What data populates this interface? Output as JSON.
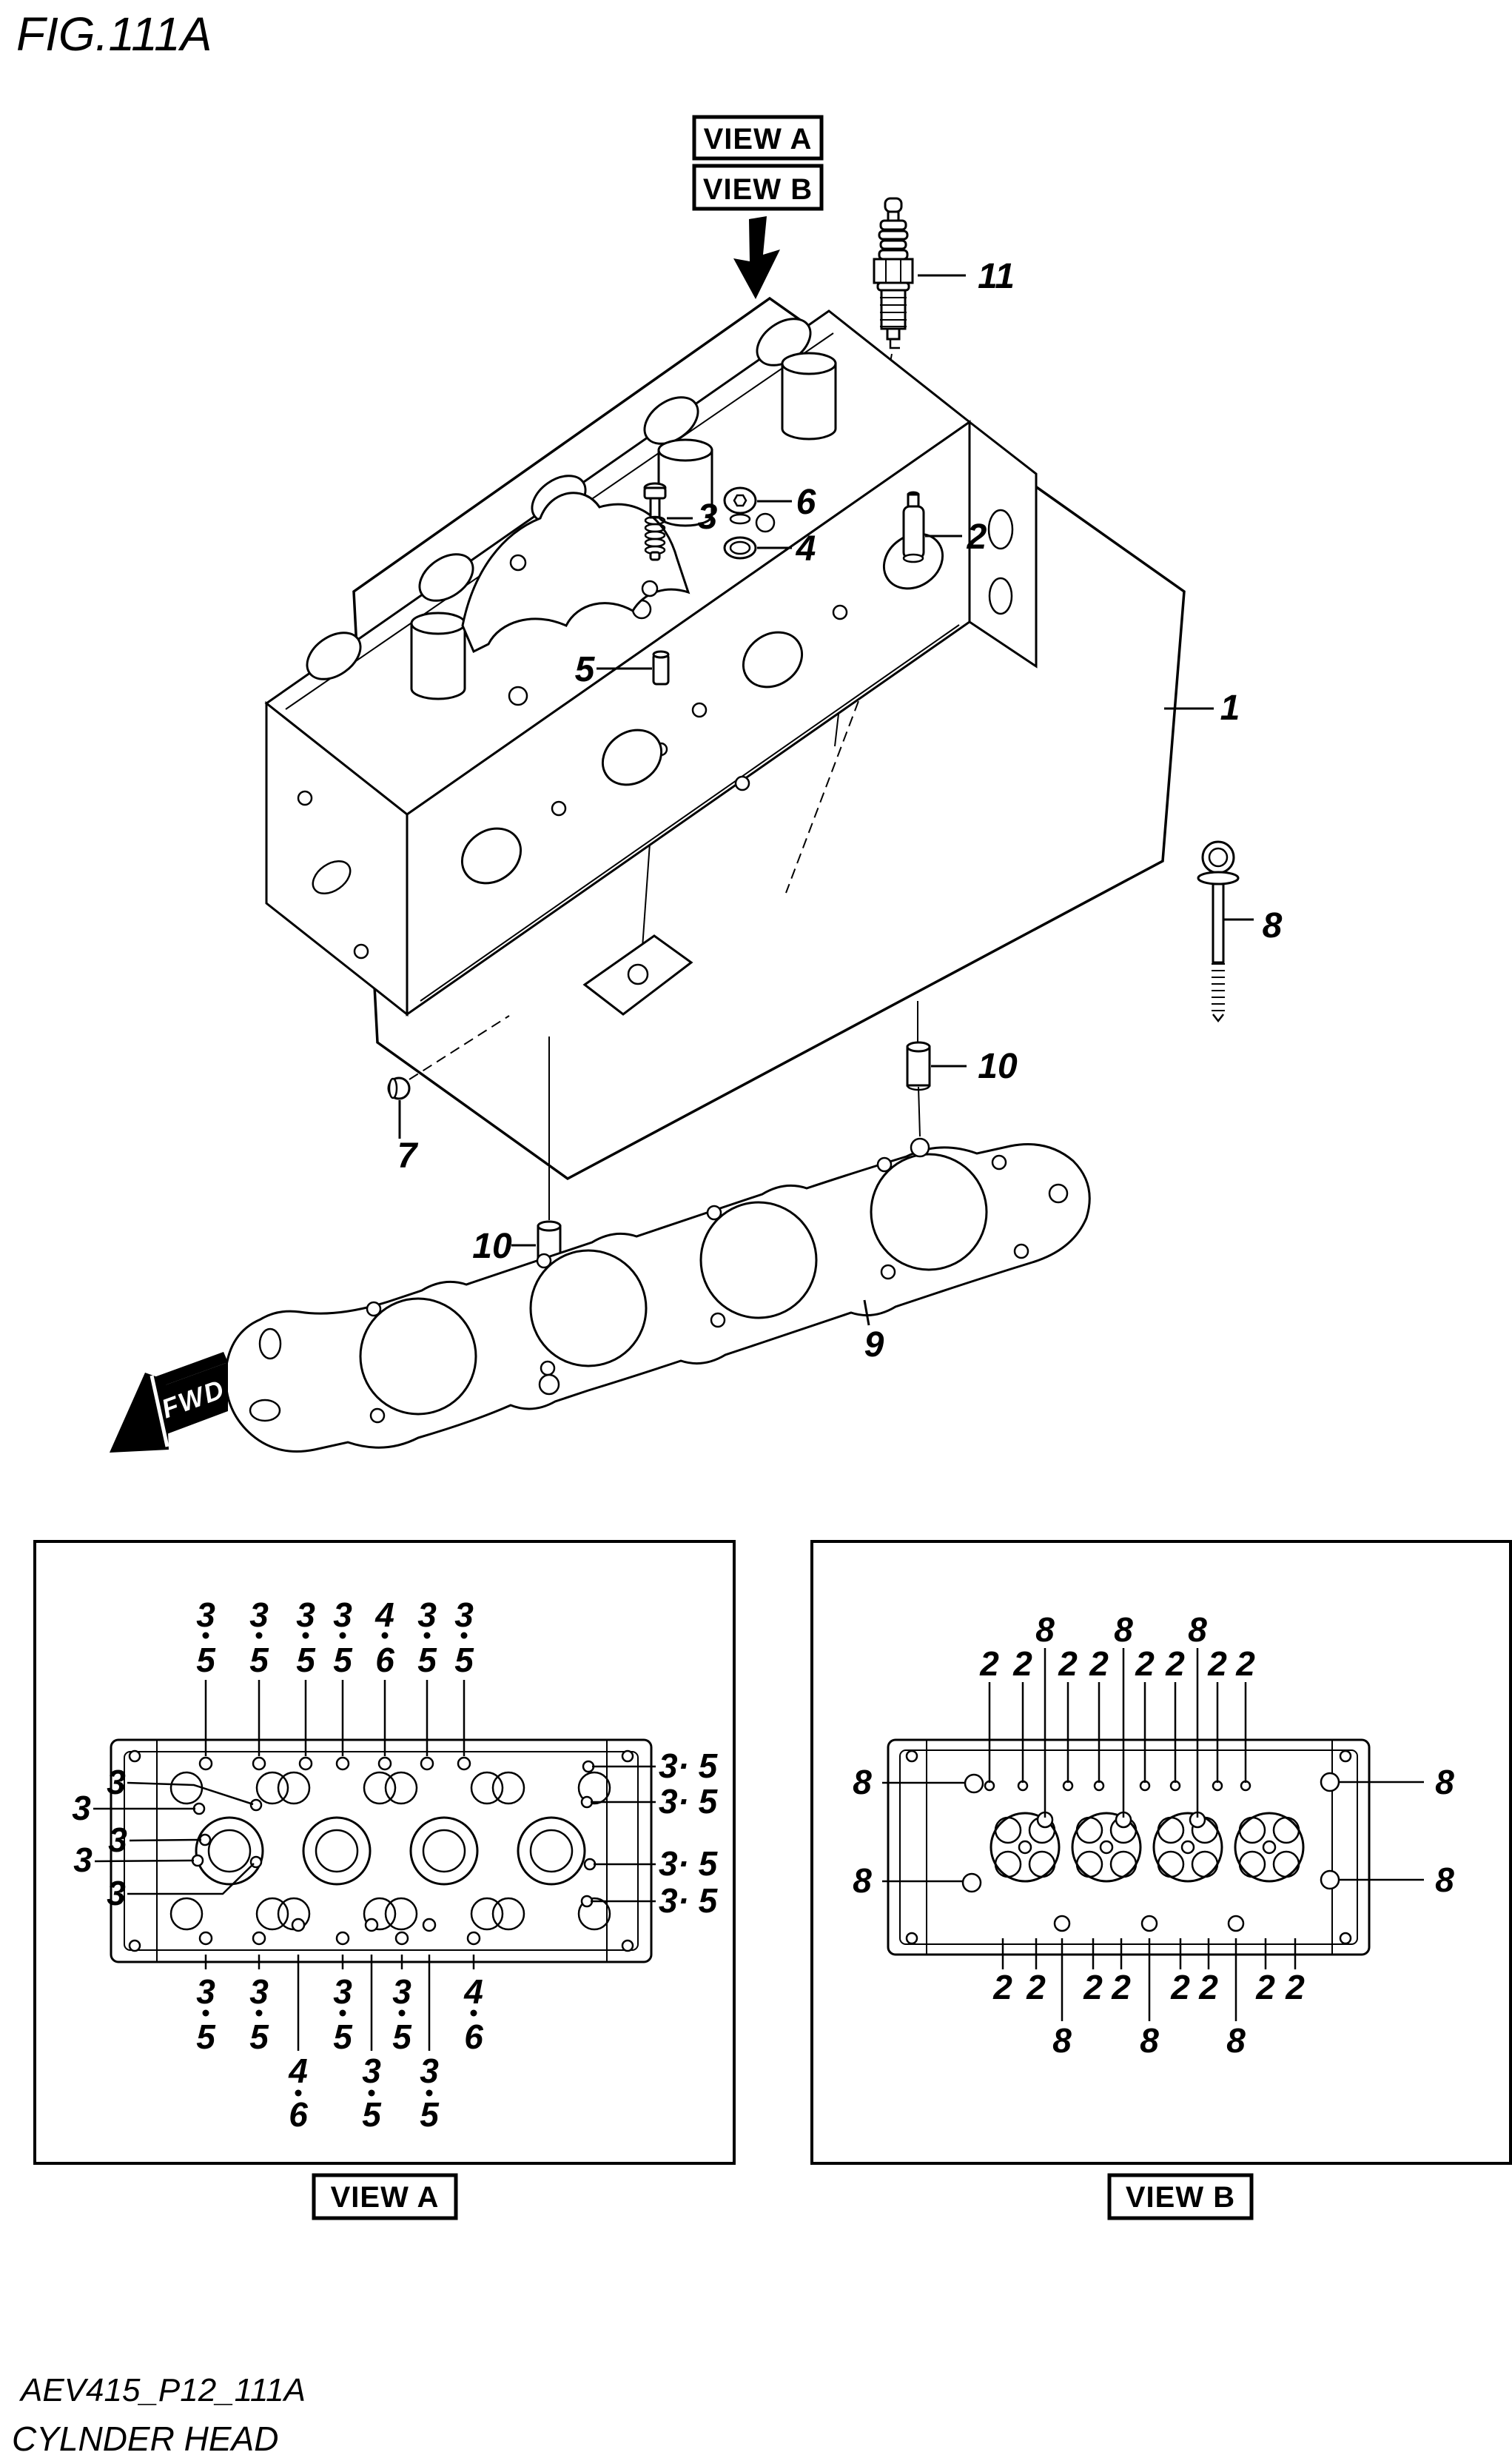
{
  "title": "FIG.111A",
  "top_labels": {
    "view_a": "VIEW A",
    "view_b": "VIEW B"
  },
  "fwd": "FWD",
  "callouts": {
    "n1": "1",
    "n2": "2",
    "n3": "3",
    "n4": "4",
    "n5": "5",
    "n6": "6",
    "n7": "7",
    "n8": "8",
    "n9": "9",
    "n10": "10",
    "n11": "11"
  },
  "view_a": {
    "caption": "VIEW A",
    "top_pairs": [
      {
        "t": "3",
        "b": "5"
      },
      {
        "t": "3",
        "b": "5"
      },
      {
        "t": "3",
        "b": "5"
      },
      {
        "t": "3",
        "b": "5"
      },
      {
        "t": "4",
        "b": "6"
      },
      {
        "t": "3",
        "b": "5"
      },
      {
        "t": "3",
        "b": "5"
      }
    ],
    "left_labels": [
      "3",
      "3",
      "3",
      "3",
      "3"
    ],
    "right_labels": [
      "3· 5",
      "3· 5",
      "3· 5",
      "3· 5"
    ],
    "bottom_row1": [
      {
        "t": "3",
        "b": "5"
      },
      {
        "t": "3",
        "b": "5"
      },
      {
        "t": "3",
        "b": "5"
      },
      {
        "t": "3",
        "b": "5"
      },
      {
        "t": "4",
        "b": "6"
      }
    ],
    "bottom_row2": [
      {
        "t": "4",
        "b": "6"
      },
      {
        "t": "3",
        "b": "5"
      },
      {
        "t": "3",
        "b": "5"
      }
    ]
  },
  "view_b": {
    "caption": "VIEW B",
    "top_2s": [
      "2",
      "2",
      "2",
      "2",
      "2",
      "2",
      "2",
      "2"
    ],
    "top_8s": [
      "8",
      "8",
      "8"
    ],
    "left_labels": [
      "8",
      "8"
    ],
    "right_labels": [
      "8",
      "8"
    ],
    "bottom_2s": [
      "2",
      "2",
      "2",
      "2",
      "2",
      "2",
      "2",
      "2"
    ],
    "bottom_8s": [
      "8",
      "8",
      "8"
    ]
  },
  "footer": {
    "code": "AEV415_P12_111A",
    "name": "CYLNDER HEAD"
  }
}
